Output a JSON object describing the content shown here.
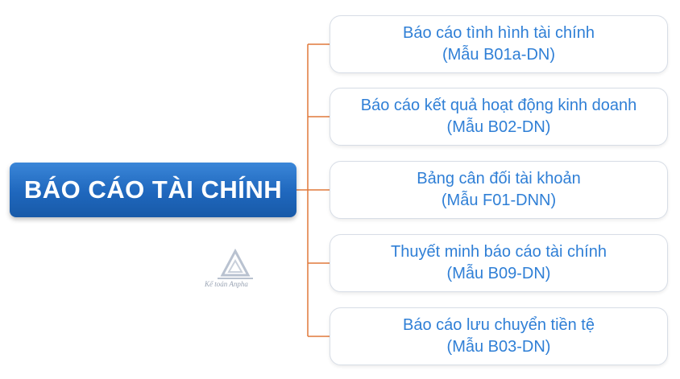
{
  "root": {
    "title": "BÁO CÁO TÀI CHÍNH"
  },
  "branches": [
    {
      "line1": "Báo cáo tình hình tài chính",
      "line2": "(Mẫu B01a-DN)"
    },
    {
      "line1": "Báo cáo kết quả hoạt động kinh doanh",
      "line2": "(Mẫu B02-DN)"
    },
    {
      "line1": "Bảng cân đối tài khoản",
      "line2": "(Mẫu F01-DNN)"
    },
    {
      "line1": "Thuyết minh báo cáo tài chính",
      "line2": "(Mẫu B09-DN)"
    },
    {
      "line1": "Báo cáo lưu chuyển tiền tệ",
      "line2": "(Mẫu B03-DN)"
    }
  ],
  "watermark": {
    "text": "Kế toán Anpha"
  },
  "colors": {
    "root_fill": "#1f67bd",
    "branch_text": "#2f7fd6",
    "connector": "#e0783a",
    "branch_border": "#d7dde6"
  }
}
